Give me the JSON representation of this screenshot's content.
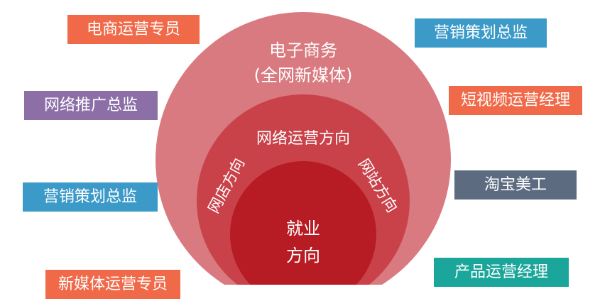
{
  "circles": {
    "outer": {
      "line1": "电子商务",
      "line2": "(全网新媒体)",
      "color": "#d97a80"
    },
    "middle": {
      "title": "网络运营方向",
      "left_arc": "网店方向",
      "right_arc": "网站方向",
      "color": "#c9424a"
    },
    "inner": {
      "line1": "就业",
      "line2": "方向",
      "color": "#b71c24"
    }
  },
  "roles": [
    {
      "text": "电商运营专员",
      "color": "#f06a4a"
    },
    {
      "text": "营销策划总监",
      "color": "#3c9ac8"
    },
    {
      "text": "网络推广总监",
      "color": "#8d6fa8"
    },
    {
      "text": "短视频运营经理",
      "color": "#f06a4a"
    },
    {
      "text": "营销策划总监",
      "color": "#3c9ac8"
    },
    {
      "text": "淘宝美工",
      "color": "#5d6b80"
    },
    {
      "text": "新媒体运营专员",
      "color": "#f06a4a"
    },
    {
      "text": "产品运营经理",
      "color": "#1aa69a"
    }
  ]
}
